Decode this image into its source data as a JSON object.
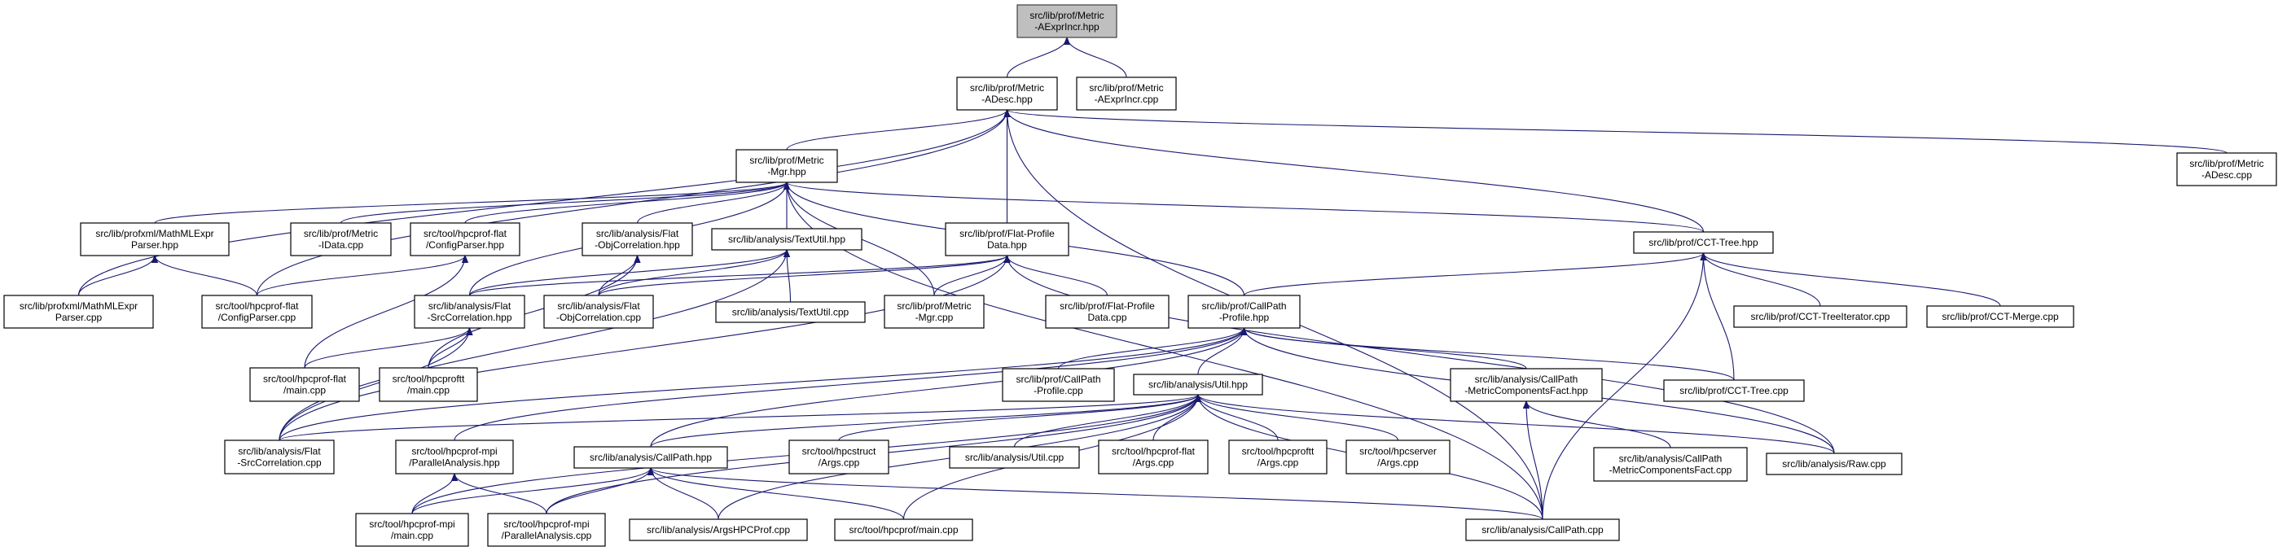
{
  "edge_color": "#191970",
  "root_fill": "#bfbfbf",
  "nodes": [
    {
      "id": "aexprincr_hpp",
      "lines": [
        "src/lib/prof/Metric",
        "-AExprIncr.hpp"
      ],
      "root": true
    },
    {
      "id": "adesc_hpp",
      "lines": [
        "src/lib/prof/Metric",
        "-ADesc.hpp"
      ]
    },
    {
      "id": "aexprincr_cpp",
      "lines": [
        "src/lib/prof/Metric",
        "-AExprIncr.cpp"
      ]
    },
    {
      "id": "adesc_cpp",
      "lines": [
        "src/lib/prof/Metric",
        "-ADesc.cpp"
      ]
    },
    {
      "id": "mgr_hpp",
      "lines": [
        "src/lib/prof/Metric",
        "-Mgr.hpp"
      ]
    },
    {
      "id": "mathml_hpp",
      "lines": [
        "src/lib/profxml/MathMLExpr",
        "Parser.hpp"
      ]
    },
    {
      "id": "idata_cpp",
      "lines": [
        "src/lib/prof/Metric",
        "-IData.cpp"
      ]
    },
    {
      "id": "configparser_hpp",
      "lines": [
        "src/tool/hpcprof-flat",
        "/ConfigParser.hpp"
      ]
    },
    {
      "id": "flatobj_hpp",
      "lines": [
        "src/lib/analysis/Flat",
        "-ObjCorrelation.hpp"
      ]
    },
    {
      "id": "textutil_hpp",
      "lines": [
        "src/lib/analysis/TextUtil.hpp"
      ]
    },
    {
      "id": "flatprofiledata_hpp",
      "lines": [
        "src/lib/prof/Flat-Profile",
        "Data.hpp"
      ]
    },
    {
      "id": "ccttree_hpp",
      "lines": [
        "src/lib/prof/CCT-Tree.hpp"
      ]
    },
    {
      "id": "mathml_cpp",
      "lines": [
        "src/lib/profxml/MathMLExpr",
        "Parser.cpp"
      ]
    },
    {
      "id": "configparser_cpp",
      "lines": [
        "src/tool/hpcprof-flat",
        "/ConfigParser.cpp"
      ]
    },
    {
      "id": "flatsrc_hpp",
      "lines": [
        "src/lib/analysis/Flat",
        "-SrcCorrelation.hpp"
      ]
    },
    {
      "id": "flatobj_cpp",
      "lines": [
        "src/lib/analysis/Flat",
        "-ObjCorrelation.cpp"
      ]
    },
    {
      "id": "textutil_cpp",
      "lines": [
        "src/lib/analysis/TextUtil.cpp"
      ]
    },
    {
      "id": "mgr_cpp",
      "lines": [
        "src/lib/prof/Metric",
        "-Mgr.cpp"
      ]
    },
    {
      "id": "flatprofiledata_cpp",
      "lines": [
        "src/lib/prof/Flat-Profile",
        "Data.cpp"
      ]
    },
    {
      "id": "callpathprofile_hpp",
      "lines": [
        "src/lib/prof/CallPath",
        "-Profile.hpp"
      ]
    },
    {
      "id": "cctiter_cpp",
      "lines": [
        "src/lib/prof/CCT-TreeIterator.cpp"
      ]
    },
    {
      "id": "cctmerge_cpp",
      "lines": [
        "src/lib/prof/CCT-Merge.cpp"
      ]
    },
    {
      "id": "flatmain_cpp",
      "lines": [
        "src/tool/hpcprof-flat",
        "/main.cpp"
      ]
    },
    {
      "id": "ttmain_cpp",
      "lines": [
        "src/tool/hpcproftt",
        "/main.cpp"
      ]
    },
    {
      "id": "callpathprofile_cpp",
      "lines": [
        "src/lib/prof/CallPath",
        "-Profile.cpp"
      ]
    },
    {
      "id": "util_hpp",
      "lines": [
        "src/lib/analysis/Util.hpp"
      ]
    },
    {
      "id": "mcf_hpp",
      "lines": [
        "src/lib/analysis/CallPath",
        "-MetricComponentsFact.hpp"
      ]
    },
    {
      "id": "ccttree_cpp",
      "lines": [
        "src/lib/prof/CCT-Tree.cpp"
      ]
    },
    {
      "id": "flatsrc_cpp",
      "lines": [
        "src/lib/analysis/Flat",
        "-SrcCorrelation.cpp"
      ]
    },
    {
      "id": "parallel_hpp",
      "lines": [
        "src/tool/hpcprof-mpi",
        "/ParallelAnalysis.hpp"
      ]
    },
    {
      "id": "callpath_hpp",
      "lines": [
        "src/lib/analysis/CallPath.hpp"
      ]
    },
    {
      "id": "structargs_cpp",
      "lines": [
        "src/tool/hpcstruct",
        "/Args.cpp"
      ]
    },
    {
      "id": "util_cpp",
      "lines": [
        "src/lib/analysis/Util.cpp"
      ]
    },
    {
      "id": "flatargs_cpp",
      "lines": [
        "src/tool/hpcprof-flat",
        "/Args.cpp"
      ]
    },
    {
      "id": "ttargs_cpp",
      "lines": [
        "src/tool/hpcproftt",
        "/Args.cpp"
      ]
    },
    {
      "id": "serverargs_cpp",
      "lines": [
        "src/tool/hpcserver",
        "/Args.cpp"
      ]
    },
    {
      "id": "mcf_cpp",
      "lines": [
        "src/lib/analysis/CallPath",
        "-MetricComponentsFact.cpp"
      ]
    },
    {
      "id": "raw_cpp",
      "lines": [
        "src/lib/analysis/Raw.cpp"
      ]
    },
    {
      "id": "mpimain_cpp",
      "lines": [
        "src/tool/hpcprof-mpi",
        "/main.cpp"
      ]
    },
    {
      "id": "parallel_cpp",
      "lines": [
        "src/tool/hpcprof-mpi",
        "/ParallelAnalysis.cpp"
      ]
    },
    {
      "id": "argshpcprof_cpp",
      "lines": [
        "src/lib/analysis/ArgsHPCProf.cpp"
      ]
    },
    {
      "id": "profmain_cpp",
      "lines": [
        "src/tool/hpcprof/main.cpp"
      ]
    },
    {
      "id": "callpath_cpp",
      "lines": [
        "src/lib/analysis/CallPath.cpp"
      ]
    }
  ],
  "edges": [
    [
      "adesc_hpp",
      "aexprincr_hpp"
    ],
    [
      "aexprincr_cpp",
      "aexprincr_hpp"
    ],
    [
      "mgr_hpp",
      "adesc_hpp"
    ],
    [
      "flatprofiledata_hpp",
      "adesc_hpp"
    ],
    [
      "ccttree_hpp",
      "adesc_hpp"
    ],
    [
      "adesc_cpp",
      "adesc_hpp"
    ],
    [
      "mathml_cpp",
      "adesc_hpp"
    ],
    [
      "configparser_cpp",
      "adesc_hpp"
    ],
    [
      "callpath_cpp",
      "adesc_hpp"
    ],
    [
      "mathml_hpp",
      "mgr_hpp"
    ],
    [
      "idata_cpp",
      "mgr_hpp"
    ],
    [
      "configparser_hpp",
      "mgr_hpp"
    ],
    [
      "flatobj_hpp",
      "mgr_hpp"
    ],
    [
      "textutil_hpp",
      "mgr_hpp"
    ],
    [
      "flatsrc_hpp",
      "mgr_hpp"
    ],
    [
      "mgr_cpp",
      "mgr_hpp"
    ],
    [
      "callpathprofile_hpp",
      "mgr_hpp"
    ],
    [
      "ccttree_hpp",
      "mgr_hpp"
    ],
    [
      "callpath_cpp",
      "mgr_hpp"
    ],
    [
      "mathml_cpp",
      "mathml_hpp"
    ],
    [
      "configparser_cpp",
      "mathml_hpp"
    ],
    [
      "configparser_cpp",
      "configparser_hpp"
    ],
    [
      "flatmain_cpp",
      "configparser_hpp"
    ],
    [
      "flatobj_cpp",
      "flatobj_hpp"
    ],
    [
      "ttmain_cpp",
      "flatobj_hpp"
    ],
    [
      "flatsrc_hpp",
      "textutil_hpp"
    ],
    [
      "flatobj_cpp",
      "textutil_hpp"
    ],
    [
      "textutil_cpp",
      "textutil_hpp"
    ],
    [
      "flatsrc_cpp",
      "textutil_hpp"
    ],
    [
      "flatsrc_hpp",
      "flatprofiledata_hpp"
    ],
    [
      "flatobj_cpp",
      "flatprofiledata_hpp"
    ],
    [
      "mgr_cpp",
      "flatprofiledata_hpp"
    ],
    [
      "flatprofiledata_cpp",
      "flatprofiledata_hpp"
    ],
    [
      "flatsrc_cpp",
      "flatprofiledata_hpp"
    ],
    [
      "raw_cpp",
      "flatprofiledata_hpp"
    ],
    [
      "flatmain_cpp",
      "flatsrc_hpp"
    ],
    [
      "ttmain_cpp",
      "flatsrc_hpp"
    ],
    [
      "flatsrc_cpp",
      "flatsrc_hpp"
    ],
    [
      "callpathprofile_hpp",
      "ccttree_hpp"
    ],
    [
      "cctiter_cpp",
      "ccttree_hpp"
    ],
    [
      "cctmerge_cpp",
      "ccttree_hpp"
    ],
    [
      "ccttree_cpp",
      "ccttree_hpp"
    ],
    [
      "callpath_cpp",
      "ccttree_hpp"
    ],
    [
      "callpathprofile_cpp",
      "callpathprofile_hpp"
    ],
    [
      "util_hpp",
      "callpathprofile_hpp"
    ],
    [
      "mcf_hpp",
      "callpathprofile_hpp"
    ],
    [
      "ccttree_cpp",
      "callpathprofile_hpp"
    ],
    [
      "raw_cpp",
      "callpathprofile_hpp"
    ],
    [
      "callpath_hpp",
      "callpathprofile_hpp"
    ],
    [
      "flatsrc_cpp",
      "callpathprofile_hpp"
    ],
    [
      "parallel_hpp",
      "callpathprofile_hpp"
    ],
    [
      "structargs_cpp",
      "util_hpp"
    ],
    [
      "util_cpp",
      "util_hpp"
    ],
    [
      "flatargs_cpp",
      "util_hpp"
    ],
    [
      "ttargs_cpp",
      "util_hpp"
    ],
    [
      "serverargs_cpp",
      "util_hpp"
    ],
    [
      "raw_cpp",
      "util_hpp"
    ],
    [
      "callpath_cpp",
      "util_hpp"
    ],
    [
      "callpath_hpp",
      "util_hpp"
    ],
    [
      "argshpcprof_cpp",
      "util_hpp"
    ],
    [
      "profmain_cpp",
      "util_hpp"
    ],
    [
      "mpimain_cpp",
      "util_hpp"
    ],
    [
      "parallel_cpp",
      "util_hpp"
    ],
    [
      "flatsrc_cpp",
      "util_hpp"
    ],
    [
      "mcf_cpp",
      "mcf_hpp"
    ],
    [
      "callpath_cpp",
      "mcf_hpp"
    ],
    [
      "mpimain_cpp",
      "callpath_hpp"
    ],
    [
      "parallel_cpp",
      "callpath_hpp"
    ],
    [
      "argshpcprof_cpp",
      "callpath_hpp"
    ],
    [
      "profmain_cpp",
      "callpath_hpp"
    ],
    [
      "callpath_cpp",
      "callpath_hpp"
    ],
    [
      "mpimain_cpp",
      "parallel_hpp"
    ],
    [
      "parallel_cpp",
      "parallel_hpp"
    ]
  ]
}
